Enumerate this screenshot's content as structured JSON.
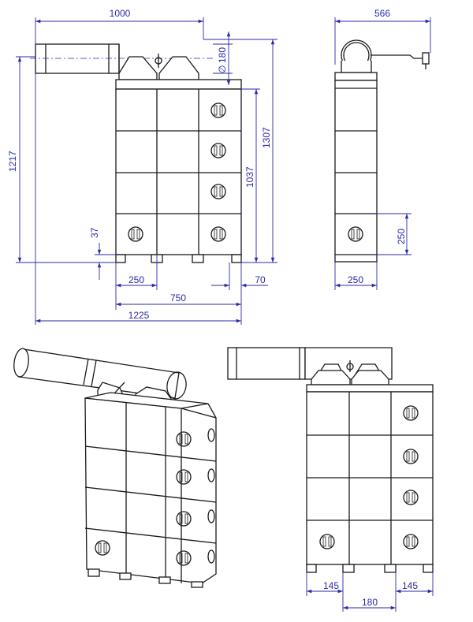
{
  "colors": {
    "line": "#1a1a1a",
    "dimension": "#2a2aa8",
    "background": "#ffffff"
  },
  "front_view": {
    "width_top": "1000",
    "height_total": "1217",
    "pipe_diameter": "180",
    "diameter_symbol": "∅",
    "height_right": "1307",
    "height_inner": "1037",
    "foot_height": "37",
    "cell_width": "250",
    "overhang": "70",
    "body_width": "750",
    "total_width": "1225"
  },
  "side_view": {
    "width_top": "566",
    "cell_height": "250",
    "cell_width": "250"
  },
  "rear_view": {
    "foot_left": "145",
    "foot_right": "145",
    "foot_spacing": "180"
  }
}
